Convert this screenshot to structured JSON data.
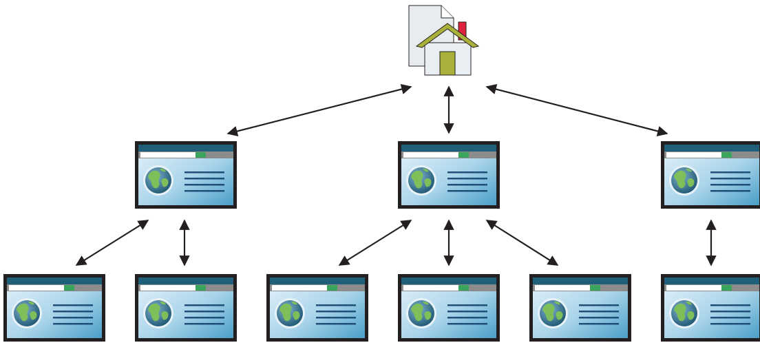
{
  "diagram": {
    "root_icon": "home-page-icon",
    "node_icon": "web-page-icon",
    "arrow_type": "bidirectional",
    "colors": {
      "window_frame": "#231f20",
      "title_bar": "#1f5f7a",
      "address_bar": "#ffffff",
      "address_button": "#3aa35c",
      "address_bar_end": "#8c8c8c",
      "content_light": "#ddeef8",
      "content_dark": "#4ea6cc",
      "text_lines": "#1f4e79",
      "globe_ocean": "#2f6f93",
      "globe_land": "#7fbf5a",
      "house_roof": "#a9b13a",
      "house_wall": "#e8eef2",
      "house_door": "#a9b13a",
      "chimney": "#e0233c",
      "document": "#e9ecef",
      "arrow": "#231f20"
    },
    "levels": [
      {
        "level": 1,
        "node_count": 3
      },
      {
        "level": 2,
        "node_count": 6
      }
    ]
  }
}
